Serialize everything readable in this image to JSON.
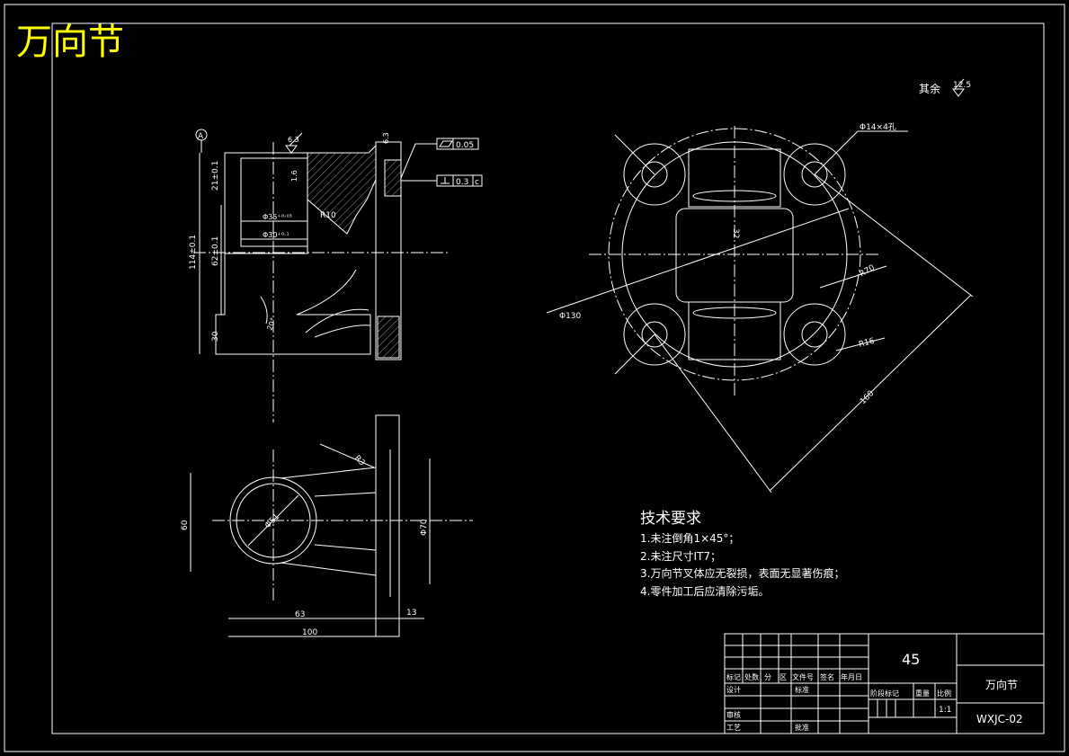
{
  "header": {
    "title": "万向节"
  },
  "roughness_note": {
    "label": "其余",
    "value": "12.5"
  },
  "section_view": {
    "datum": "A",
    "roughness_top": "6.3",
    "roughness_top_right": "6.3",
    "roughness_side": "1.6",
    "tol_flatness": "0.05",
    "tol_perpendicular": "0.3",
    "tol_perpendicular_datum": "c",
    "dim_r10": "R10",
    "dim_d35": "Φ35⁺⁰·⁰³",
    "dim_d30": "Φ30⁺⁰·¹",
    "dim_114": "114±0.1",
    "dim_62": "62±0.1",
    "dim_30": "30",
    "dim_20": "20°",
    "dim_21": "21±0.1"
  },
  "plan_view": {
    "dim_r3": "R3",
    "dim_60": "60",
    "dim_d51": "Φ51",
    "dim_d70": "Φ70",
    "dim_63": "63",
    "dim_13": "13",
    "dim_100": "100"
  },
  "end_view": {
    "dim_d14": "Φ14×4孔",
    "dim_d130": "Φ130",
    "dim_r70": "R70",
    "dim_r16": "R16",
    "dim_160": "160",
    "dim_32": "32"
  },
  "tech_req": {
    "heading": "技术要求",
    "items": [
      "1.未注倒角1×45°；",
      "2.未注尺寸IT7；",
      "3.万向节叉体应无裂损，表面无显著伤痕；",
      "4.零件加工后应清除污垢。"
    ]
  },
  "title_block": {
    "material": "45",
    "part_name": "万向节",
    "drawing_no": "WXJC-02",
    "col_mark": "标记",
    "col_count": "处数",
    "col_zone": "分",
    "col_area": "区",
    "col_doc": "文件号",
    "col_sign": "签名",
    "col_date": "年月日",
    "row_design": "设计",
    "row_standard": "标准",
    "row_review": "审核",
    "row_process": "工艺",
    "row_approve": "批准",
    "stage_mark": "阶段标记",
    "weight": "重量",
    "scale_label": "比例",
    "scale": "1:1"
  }
}
